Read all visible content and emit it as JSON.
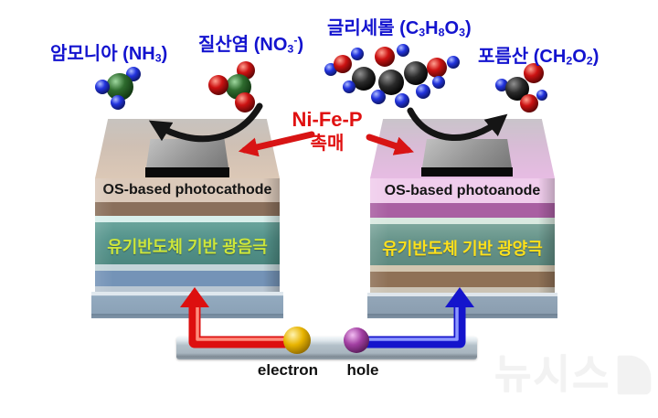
{
  "top_labels": {
    "ammonia": [
      {
        "t": "암모니아 (NH"
      },
      {
        "t": "3",
        "s": "sub"
      },
      {
        "t": ")"
      }
    ],
    "nitrate": [
      {
        "t": "질산염 (NO"
      },
      {
        "t": "3",
        "s": "sub"
      },
      {
        "t": "-",
        "s": "sup"
      },
      {
        "t": ")"
      }
    ],
    "glycerol": [
      {
        "t": "글리세롤 (C"
      },
      {
        "t": "3",
        "s": "sub"
      },
      {
        "t": "H"
      },
      {
        "t": "8",
        "s": "sub"
      },
      {
        "t": "O"
      },
      {
        "t": "3",
        "s": "sub"
      },
      {
        "t": ")"
      }
    ],
    "formic_acid": [
      {
        "t": "포름산 (CH"
      },
      {
        "t": "2",
        "s": "sub"
      },
      {
        "t": "O"
      },
      {
        "t": "2",
        "s": "sub"
      },
      {
        "t": ")"
      }
    ]
  },
  "catalyst_label": {
    "line1": "Ni-Fe-P",
    "line2": "촉매"
  },
  "photocathode": {
    "title": "OS-based photocathode",
    "korean_label": "유기반도체 기반 광음극"
  },
  "photoanode": {
    "title": "OS-based photoanode",
    "korean_label": "유기반도체 기반 광양극"
  },
  "circuit": {
    "electron_label": "electron",
    "hole_label": "hole"
  },
  "watermark": {
    "text": "뉴시스"
  },
  "icons": {
    "ammonia_molecule": "green nitrogen sphere with three blue hydrogen spheres",
    "nitrate_molecule": "green nitrogen sphere with three red oxygen spheres",
    "glycerol_molecule": "cluster of black carbon, red oxygen and blue hydrogen spheres",
    "formic_acid_molecule": "black carbon sphere with two red oxygen and blue hydrogen spheres",
    "reaction_arrow": "black curved arrow",
    "catalyst_pointer": "red straight arrow",
    "electron_wire": "red L-shaped tube arrow",
    "hole_wire": "blue L-shaped tube arrow",
    "electron_sphere": "glossy yellow ball",
    "hole_sphere": "glossy purple ball"
  },
  "colors": {
    "label_blue": "#1313cf",
    "catalyst_red": "#e01111",
    "cathode_korean_text": "#cde63a",
    "anode_korean_text": "#ffe11a",
    "cathode_top_face": "#dcc9b8",
    "anode_top_face": "#e5bae1",
    "active_layer_teal": "#54938b",
    "electron_wire_red": "#dd0f0f",
    "hole_wire_blue": "#1414cc",
    "electron_sphere_yellow": "#e8b400",
    "hole_sphere_purple": "#a23fa2"
  }
}
